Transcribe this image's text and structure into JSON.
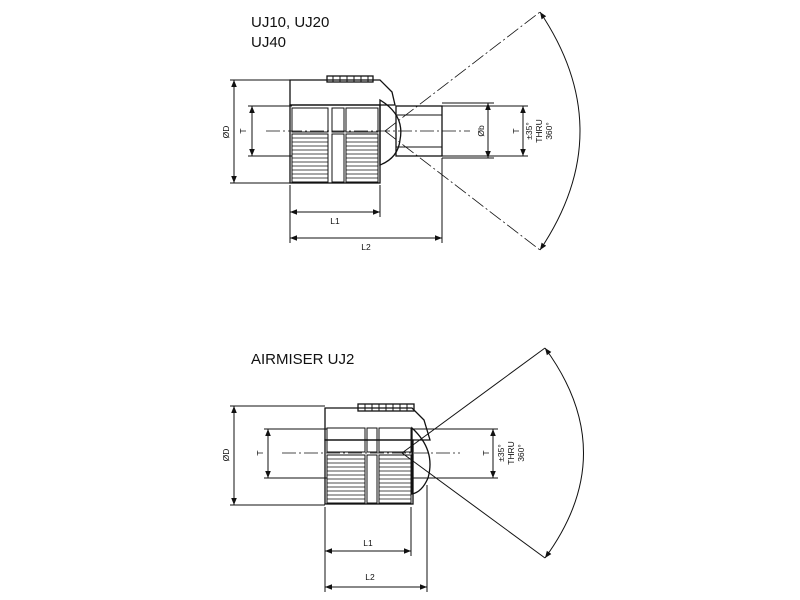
{
  "diagram_top": {
    "title_line1": "UJ10, UJ20",
    "title_line2": "UJ40",
    "labels": {
      "od": "ØD",
      "t_left": "T",
      "ob": "Øb",
      "t_right": "T",
      "angle_line1": "±35°",
      "angle_line2": "THRU",
      "angle_line3": "360°",
      "l1": "L1",
      "l2": "L2"
    }
  },
  "diagram_bottom": {
    "title": "AIRMISER UJ2",
    "labels": {
      "od": "ØD",
      "t_left": "T",
      "t_right": "T",
      "angle_line1": "±35°",
      "angle_line2": "THRU",
      "angle_line3": "360°",
      "l1": "L1",
      "l2": "L2"
    }
  }
}
